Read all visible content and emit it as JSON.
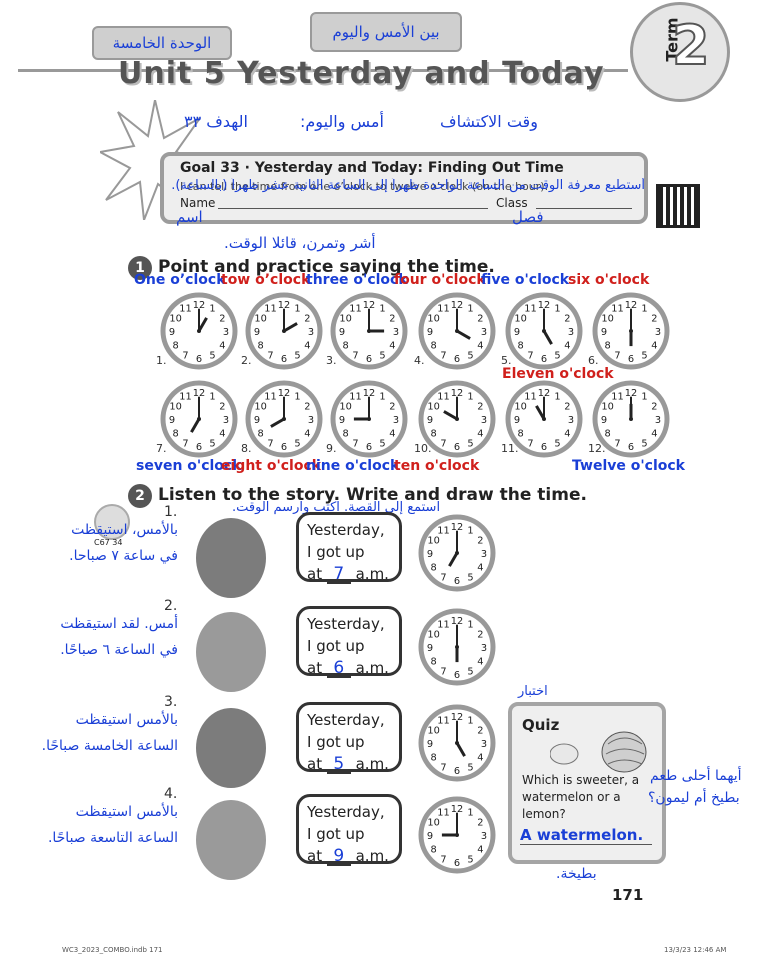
{
  "header": {
    "unit_ar": "الوحدة الخامسة",
    "unit_title_ar": "بين الأمس واليوم",
    "term_word": "Term",
    "term_number": "2",
    "unit_title": "Unit 5 Yesterday and Today"
  },
  "goal": {
    "ar_labels": [
      "الهدف ٣٣",
      "أمس واليوم:",
      "وقت الاكتشاف"
    ],
    "title": "Goal 33 · Yesterday and Today: Finding Out Time",
    "objective": "I can tell the time from one o’clock to twelve o’clock (on the hour).",
    "objective_ar": "أستطيع معرفة الوقت من الساعة الواحدة ظهراً إلى الساعة الثانية عشر ظهراً (بالساعة).",
    "name_label": "Name",
    "class_label": "Class",
    "name_ar": "اسم",
    "class_ar": "فصل"
  },
  "section1": {
    "number": "1",
    "instruction_ar": "أشر وتمرن، قائلا الوقت.",
    "title": "Point and practice saying the time.",
    "row1": [
      {
        "n": "1.",
        "label": "One o’clock",
        "color": "#1a3fd6",
        "hour": 1
      },
      {
        "n": "2.",
        "label": "tow o’clock",
        "color": "#d0201c",
        "hour": 2
      },
      {
        "n": "3.",
        "label": "three o'clock",
        "color": "#1a3fd6",
        "hour": 3
      },
      {
        "n": "4.",
        "label": "four o'clock",
        "color": "#d0201c",
        "hour": 4
      },
      {
        "n": "5.",
        "label": "five o'clock",
        "color": "#1a3fd6",
        "hour": 5
      },
      {
        "n": "6.",
        "label": "six o'clock",
        "color": "#d0201c",
        "hour": 6
      }
    ],
    "row2": [
      {
        "n": "7.",
        "label": "seven o'clock",
        "color": "#1a3fd6",
        "hour": 7
      },
      {
        "n": "8.",
        "label": "eight o'clock",
        "color": "#d0201c",
        "hour": 8
      },
      {
        "n": "9.",
        "label": "nine o'clock",
        "color": "#1a3fd6",
        "hour": 9
      },
      {
        "n": "10.",
        "label": "ten o'clock",
        "color": "#d0201c",
        "hour": 10
      },
      {
        "n": "11.",
        "label": "Eleven o'clock",
        "color": "#d0201c",
        "hour": 11
      },
      {
        "n": "12.",
        "label": "Twelve o'clock",
        "color": "#1a3fd6",
        "hour": 12
      }
    ]
  },
  "section2": {
    "number": "2",
    "title": "Listen to the story. Write and draw the time.",
    "instruction_ar": "استمع إلى القصة. اكتب وارسم الوقت.",
    "cd_label": "C67 34",
    "items": [
      {
        "n": "1.",
        "line1": "Yesterday,",
        "line2": "I got up",
        "at": "at",
        "answer": "7",
        "ampm": "a.m.",
        "hour": 7,
        "ar1": "بالأمس، استيقظت",
        "ar2": "في ساعة ٧ صباحا."
      },
      {
        "n": "2.",
        "line1": "Yesterday,",
        "line2": "I got up",
        "at": "at",
        "answer": "6",
        "ampm": "a.m.",
        "hour": 6,
        "ar1": "أمس. لقد استيقظت",
        "ar2": "في الساعة ٦ صباحًا."
      },
      {
        "n": "3.",
        "line1": "Yesterday,",
        "line2": "I got up",
        "at": "at",
        "answer": "5",
        "ampm": "a.m.",
        "hour": 5,
        "ar1": "بالأمس استيقظت",
        "ar2": "الساعة الخامسة صباحًا."
      },
      {
        "n": "4.",
        "line1": "Yesterday,",
        "line2": "I got up",
        "at": "at",
        "answer": "9",
        "ampm": "a.m.",
        "hour": 9,
        "ar1": "بالأمس استيقظت",
        "ar2": "الساعة التاسعة صباحًا."
      }
    ]
  },
  "quiz": {
    "ar_title": "اختبار",
    "title": "Quiz",
    "question": "Which is sweeter, a watermelon or a lemon?",
    "answer": "A watermelon.",
    "question_ar_1": "أيهما أحلى طعم",
    "question_ar_2": "بطيخ أم ليمون؟",
    "answer_ar": "بطيخة."
  },
  "footer": {
    "page": "171",
    "file": "WC3_2023_COMBO.indb 171",
    "stamp": "13/3/23 12:46 AM"
  },
  "colors": {
    "handwriting_blue": "#1a3fd6",
    "handwriting_red": "#d0201c",
    "frame_gray": "#9c9c9c"
  }
}
